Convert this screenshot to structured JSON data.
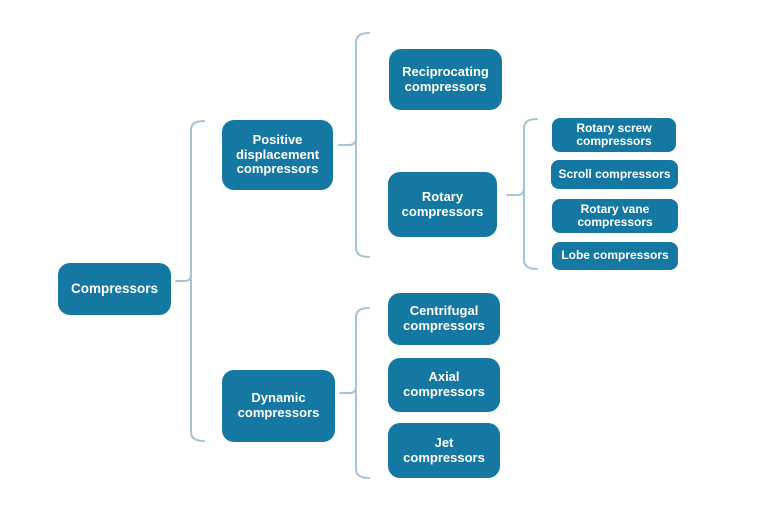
{
  "colors": {
    "background": "#ffffff",
    "node_fill": "#1478a2",
    "node_text": "#ffffff",
    "connector": "#a7c4d4"
  },
  "nodes": {
    "root": {
      "label": "Compressors"
    },
    "positive_displacement": {
      "label": "Positive\ndisplacement\ncompressors"
    },
    "dynamic": {
      "label": "Dynamic\ncompressors"
    },
    "reciprocating": {
      "label": "Reciprocating\ncompressors"
    },
    "rotary": {
      "label": "Rotary\ncompressors"
    },
    "centrifugal": {
      "label": "Centrifugal\ncompressors"
    },
    "axial": {
      "label": "Axial\ncompressors"
    },
    "jet": {
      "label": "Jet\ncompressors"
    },
    "rotary_screw": {
      "label": "Rotary screw\ncompressors"
    },
    "scroll": {
      "label": "Scroll compressors"
    },
    "rotary_vane": {
      "label": "Rotary vane\ncompressors"
    },
    "lobe": {
      "label": "Lobe compressors"
    }
  }
}
